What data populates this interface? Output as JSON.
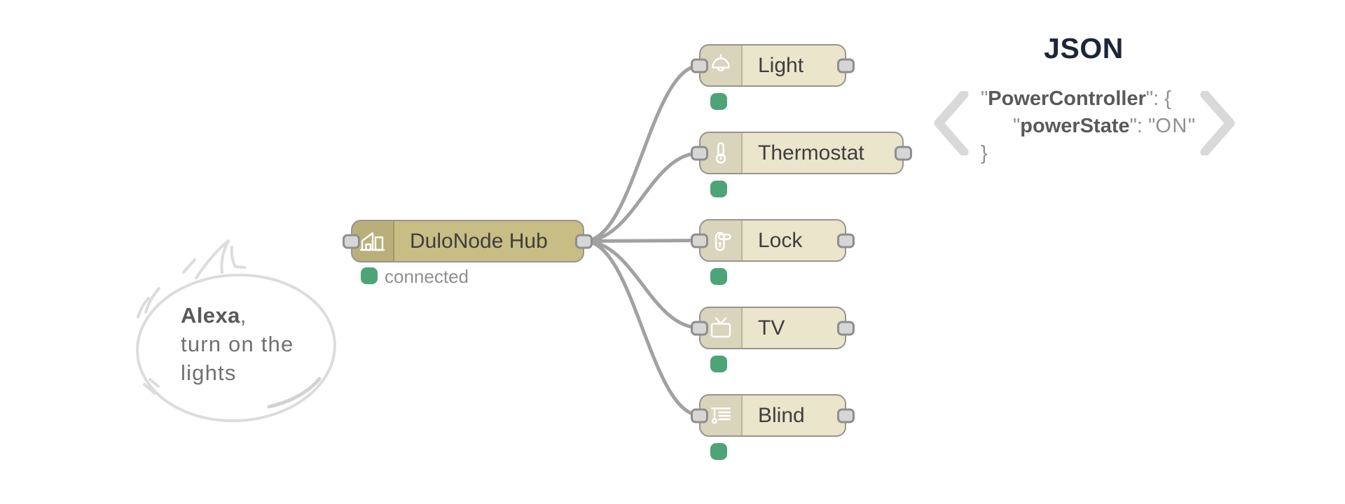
{
  "colors": {
    "canvas_bg": "#ffffff",
    "accent_green": "#4ea377",
    "hub_fill": "#c8bd85",
    "device_fill": "#eae5cb",
    "node_border": "#98958e",
    "port_fill": "#d6d6d6",
    "port_border": "#8e8e8e",
    "wire": "#a1a1a1",
    "label_text": "#3e3e3e",
    "status_text": "#8f8f8f",
    "json_title": "#1c2638",
    "json_key": "#59595b",
    "json_punct": "#8f8f8f",
    "json_value": "#8f8f8f",
    "chevron": "#d9d9d9",
    "bubble_stroke": "#dcdcdc",
    "bubble_text": "#707070",
    "bubble_bold": "#59595b"
  },
  "speech_bubble": {
    "speaker_bold": "Alexa",
    "speaker_suffix": ",",
    "line2": "turn on the",
    "line3": "lights"
  },
  "hub": {
    "label": "DuloNode Hub",
    "status_label": "connected",
    "icon": "house-icon"
  },
  "devices": [
    {
      "label": "Light",
      "icon": "pendant-lamp-icon"
    },
    {
      "label": "Thermostat",
      "icon": "thermometer-icon"
    },
    {
      "label": "Lock",
      "icon": "door-handle-icon"
    },
    {
      "label": "TV",
      "icon": "tv-icon"
    },
    {
      "label": "Blind",
      "icon": "blinds-icon"
    }
  ],
  "json_panel": {
    "title": "JSON",
    "line1": {
      "open_quote": "\"",
      "key": "PowerController",
      "rest": "\": {"
    },
    "line2": {
      "open_quote": "\"",
      "key": "powerState",
      "mid": "\": \"",
      "value": "ON",
      "close_quote": "\""
    },
    "line3": "}"
  },
  "carousel": {
    "prev_icon": "chevron-left-icon",
    "next_icon": "chevron-right-icon"
  }
}
